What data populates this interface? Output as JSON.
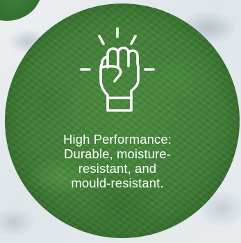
{
  "badge": {
    "icon": "raised-fist-icon",
    "caption_lines": [
      "High Performance:",
      "Durable, moisture-",
      "resistant, and",
      "mould-resistant."
    ],
    "colors": {
      "circle_green": "#3f7e35",
      "text": "#ffffff",
      "backdrop": "#e4e9ec"
    }
  }
}
